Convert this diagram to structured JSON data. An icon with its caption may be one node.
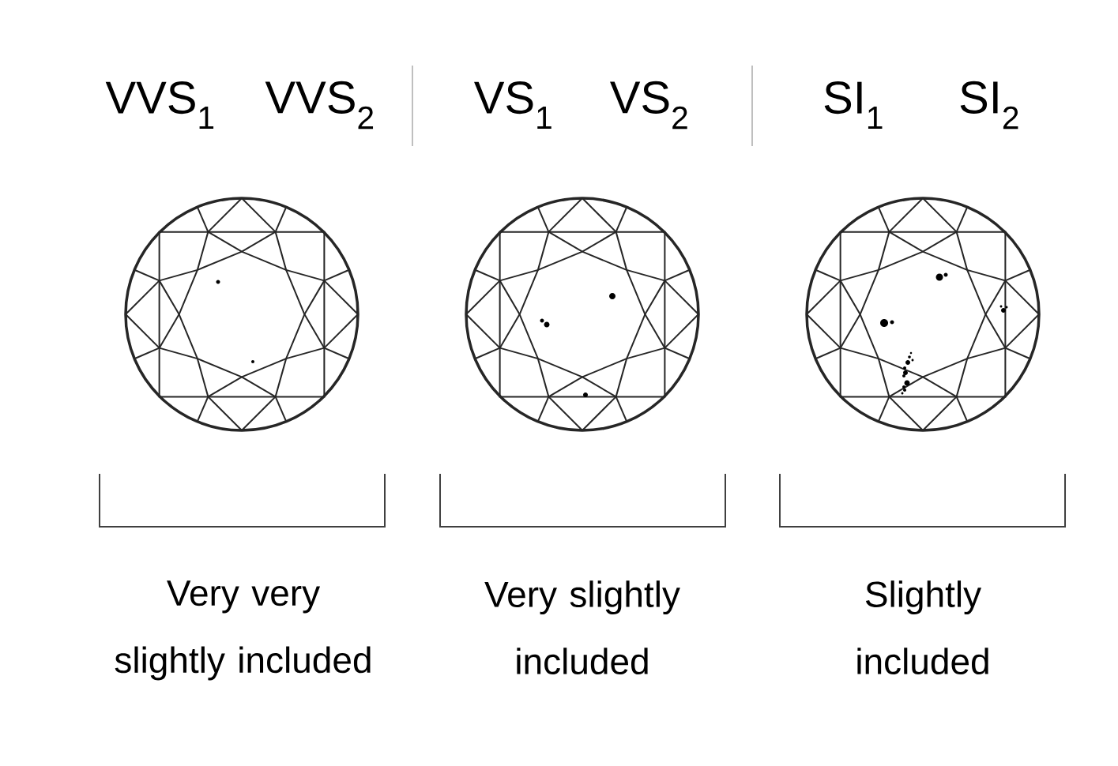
{
  "diagram": {
    "labels": [
      "VVS$_{1}$",
      "VVS$_{2}$",
      "VS$_{1}$",
      "VS$_{2}$",
      "SI$_{1}$",
      "SI$_{2}$",
      "Very very slightly included",
      "Very slightly included",
      "Slightly included"
    ]
  }
}
